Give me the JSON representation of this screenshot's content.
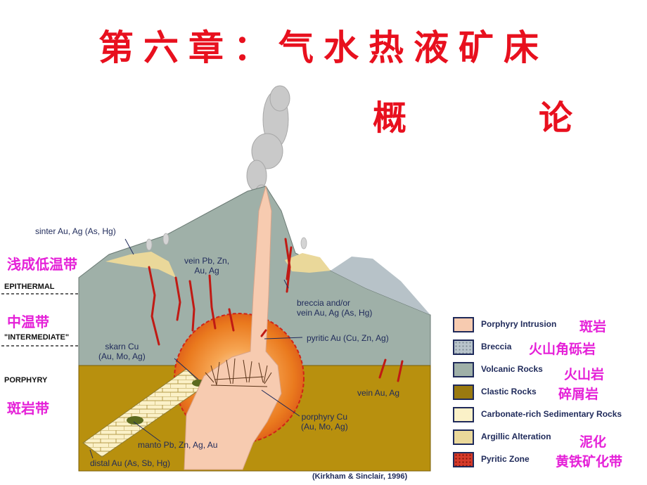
{
  "title": "第六章：气水热液矿床",
  "subtitle": "概　论",
  "zones": {
    "epithermal_cn": "浅成低温带",
    "epithermal_en": "EPITHERMAL",
    "intermediate_cn": "中温带",
    "intermediate_en": "\"INTERMEDIATE\"",
    "porphyry_en": "PORPHYRY",
    "porphyry_cn": "斑岩带"
  },
  "labels": {
    "sinter_line1": "sinter Au, Ag (As, Hg)",
    "vein_pb_line1": "vein Pb, Zn,",
    "vein_pb_line2": "Au, Ag",
    "breccia_line1": "breccia and/or",
    "breccia_line2": "vein Au, Ag (As, Hg)",
    "pyritic_line1": "pyritic Au (Cu, Zn, Ag)",
    "skarn_line1": "skarn Cu",
    "skarn_line2": "(Au, Mo, Ag)",
    "vein_au_line1": "vein Au, Ag",
    "porphyry_cu_line1": "porphyry Cu",
    "porphyry_cu_line2": "(Au, Mo, Ag)",
    "manto_line1": "manto Pb, Zn, Ag, Au",
    "distal_line1": "distal Au (As, Sb, Hg)"
  },
  "legend": [
    {
      "en": "Porphyry Intrusion",
      "cn": "斑岩",
      "color": "#f7cbb0"
    },
    {
      "en": "Breccia",
      "cn": "火山角砾岩",
      "color": "#b8c4cc"
    },
    {
      "en": "Volcanic Rocks",
      "cn": "火山岩",
      "color": "#9fb0a8"
    },
    {
      "en": "Clastic Rocks",
      "cn": "碎屑岩",
      "color": "#9a7a10"
    },
    {
      "en": "Carbonate-rich Sedimentary Rocks",
      "cn": "",
      "color": "#fbf1c8"
    },
    {
      "en": "Argillic Alteration",
      "cn": "泥化",
      "color": "#ead89a"
    },
    {
      "en": "Pyritic Zone",
      "cn": "黄铁矿化带",
      "color": "#d63a2a"
    }
  ],
  "credit": "(Kirkham & Sinclair, 1996)",
  "colors": {
    "title": "#e8101e",
    "annotation_cn": "#e520d8",
    "label_text": "#1f2a5a",
    "volcanic": "#9fb0a8",
    "clastic": "#b8900e",
    "porphyry": "#f7cbb0",
    "vein": "#c01a14"
  }
}
